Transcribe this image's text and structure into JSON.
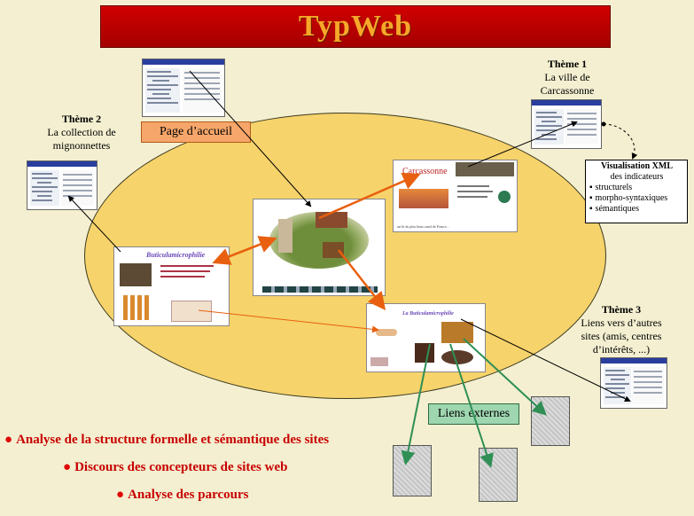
{
  "title": "TypWeb",
  "page_accueil": "Page d’accueil",
  "themes": {
    "theme1": {
      "heading": "Thème 1",
      "lines": [
        "La ville de",
        "Carcassonne"
      ]
    },
    "theme2": {
      "heading": "Thème 2",
      "lines": [
        "La collection de",
        "mignonnettes"
      ]
    },
    "theme3": {
      "heading": "Thème 3",
      "lines": [
        "Liens vers d’autres",
        "sites (amis, centres",
        "d’intérêts, ...)"
      ]
    }
  },
  "visualisation": {
    "title": "Visualisation XML",
    "subtitle": "des indicateurs",
    "items": [
      "structurels",
      "morpho-syntaxiques",
      "sémantiques"
    ]
  },
  "liens_externes": "Liens externes",
  "sites": {
    "carcassonne": {
      "title": "Carcassonne",
      "footer": "un lit du plus beau canal de France..."
    },
    "buticulamicrophilie": {
      "title": "Buticulamicrophilie"
    },
    "links_page": {
      "title": "La Buticulamicrophilie"
    }
  },
  "bullets": [
    "Analyse de la structure formelle et sémantique des sites",
    "Discours des concepteurs de sites web",
    "Analyse des parcours"
  ],
  "colors": {
    "title_red": "#c00000",
    "title_text": "#f7a72a",
    "ellipse": "#f6d36b",
    "orange_arrow": "#e8600f",
    "green_arrow": "#2f8f55",
    "bullet_red": "#c80000"
  }
}
